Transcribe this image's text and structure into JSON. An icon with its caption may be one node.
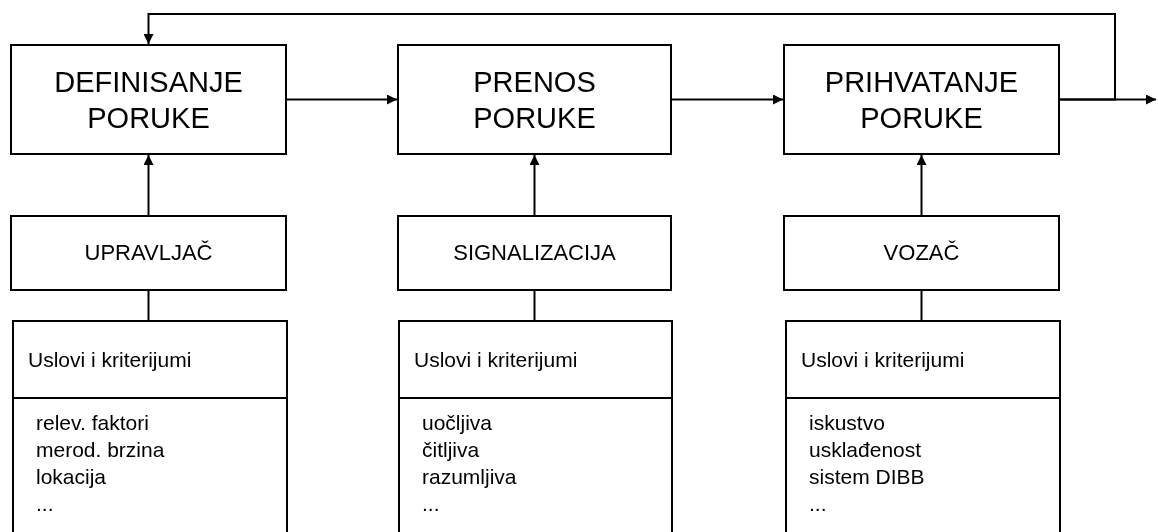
{
  "diagram": {
    "nodes": [
      {
        "text": [
          "DEFINISANJE PORUKE"
        ]
      },
      {
        "text": [
          "PRENOS PORUKE"
        ]
      },
      {
        "text": [
          "PRIHVATANJE PORUKE"
        ]
      },
      {
        "text": [
          "UPRAVLJAČ"
        ]
      },
      {
        "text": [
          "SIGNALIZACIJA"
        ]
      },
      {
        "text": [
          "VOZAČ"
        ]
      },
      {
        "text": [
          "Uslovi i kriterijumi",
          "relev. faktori",
          "merod. brzina",
          "lokacija",
          "..."
        ]
      },
      {
        "text": [
          "Uslovi i kriterijumi",
          "uočljiva",
          "čitljiva",
          "razumljiva",
          "..."
        ]
      },
      {
        "text": [
          "Uslovi i kriterijumi",
          "iskustvo",
          "usklađenost",
          "sistem DIBB",
          "..."
        ]
      }
    ],
    "edges": [
      {
        "from": 0,
        "to": 1,
        "arrow": "to"
      },
      {
        "from": 1,
        "to": 2,
        "arrow": "to"
      },
      {
        "from": 2,
        "to": null,
        "arrow": "to"
      },
      {
        "from": 2,
        "to": 0,
        "arrow": "to"
      },
      {
        "from": 3,
        "to": 0,
        "arrow": "to"
      },
      {
        "from": 4,
        "to": 1,
        "arrow": "to"
      },
      {
        "from": 5,
        "to": 2,
        "arrow": "to"
      },
      {
        "from": 6,
        "to": 3,
        "arrow": "none"
      },
      {
        "from": 7,
        "to": 4,
        "arrow": "none"
      },
      {
        "from": 8,
        "to": 5,
        "arrow": "none"
      }
    ]
  }
}
